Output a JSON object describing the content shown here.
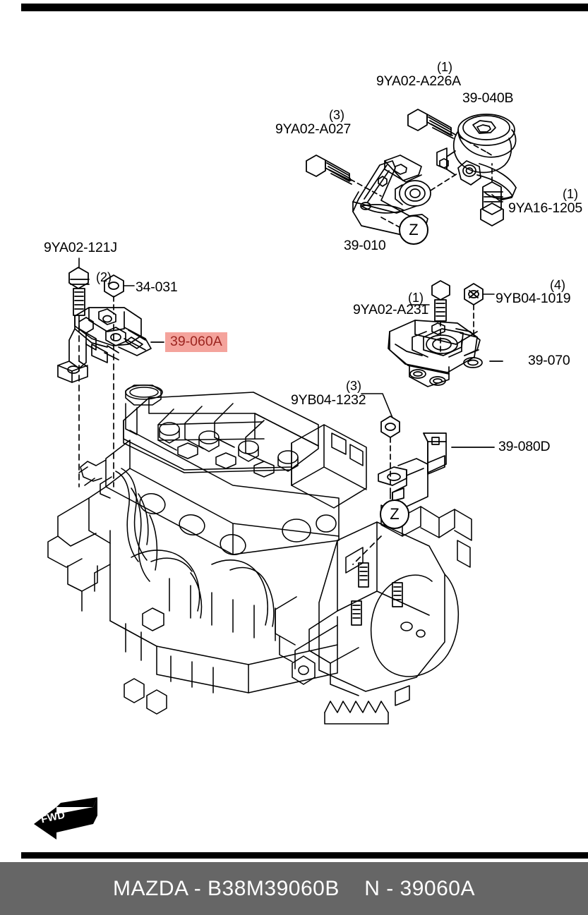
{
  "document": {
    "title": "MAZDA - B38M39060B    N - 39060A",
    "footer_text": "MAZDA - B38M39060B    N - 39060A",
    "diagram_type": "engine mount / power-train mounting parts diagram",
    "background_color": "#ffffff",
    "footer_color": "#666666",
    "footer_text_color": "#ffffff",
    "highlight_background": "#f4a39c",
    "highlight_text_color": "#9c2520",
    "line_color": "#000000"
  },
  "direction_marker": {
    "label": "FWD",
    "meaning": "forward direction arrow",
    "points": "left"
  },
  "reference_marks": [
    {
      "id": "z-upper",
      "label": "Z"
    },
    {
      "id": "z-lower",
      "label": "Z"
    }
  ],
  "callouts": [
    {
      "id": "c1",
      "part": "9YA02-A226A",
      "qty": "(1)",
      "highlighted": false
    },
    {
      "id": "c2",
      "part": "39-040B",
      "qty": "",
      "highlighted": false
    },
    {
      "id": "c3",
      "part": "9YA02-A027",
      "qty": "(3)",
      "highlighted": false
    },
    {
      "id": "c4",
      "part": "9YA16-1205",
      "qty": "(1)",
      "highlighted": false
    },
    {
      "id": "c5",
      "part": "39-010",
      "qty": "",
      "highlighted": false
    },
    {
      "id": "c6",
      "part": "9YA02-121J",
      "qty": "(2)",
      "highlighted": false
    },
    {
      "id": "c7",
      "part": "34-031",
      "qty": "",
      "highlighted": false
    },
    {
      "id": "c8",
      "part": "39-060A",
      "qty": "",
      "highlighted": true
    },
    {
      "id": "c9",
      "part": "9YA02-A231",
      "qty": "(1)",
      "highlighted": false
    },
    {
      "id": "c10",
      "part": "9YB04-1019",
      "qty": "(4)",
      "highlighted": false
    },
    {
      "id": "c11",
      "part": "39-070",
      "qty": "",
      "highlighted": false
    },
    {
      "id": "c12",
      "part": "9YB04-1232",
      "qty": "(3)",
      "highlighted": false
    },
    {
      "id": "c13",
      "part": "39-080D",
      "qty": "",
      "highlighted": false
    }
  ]
}
